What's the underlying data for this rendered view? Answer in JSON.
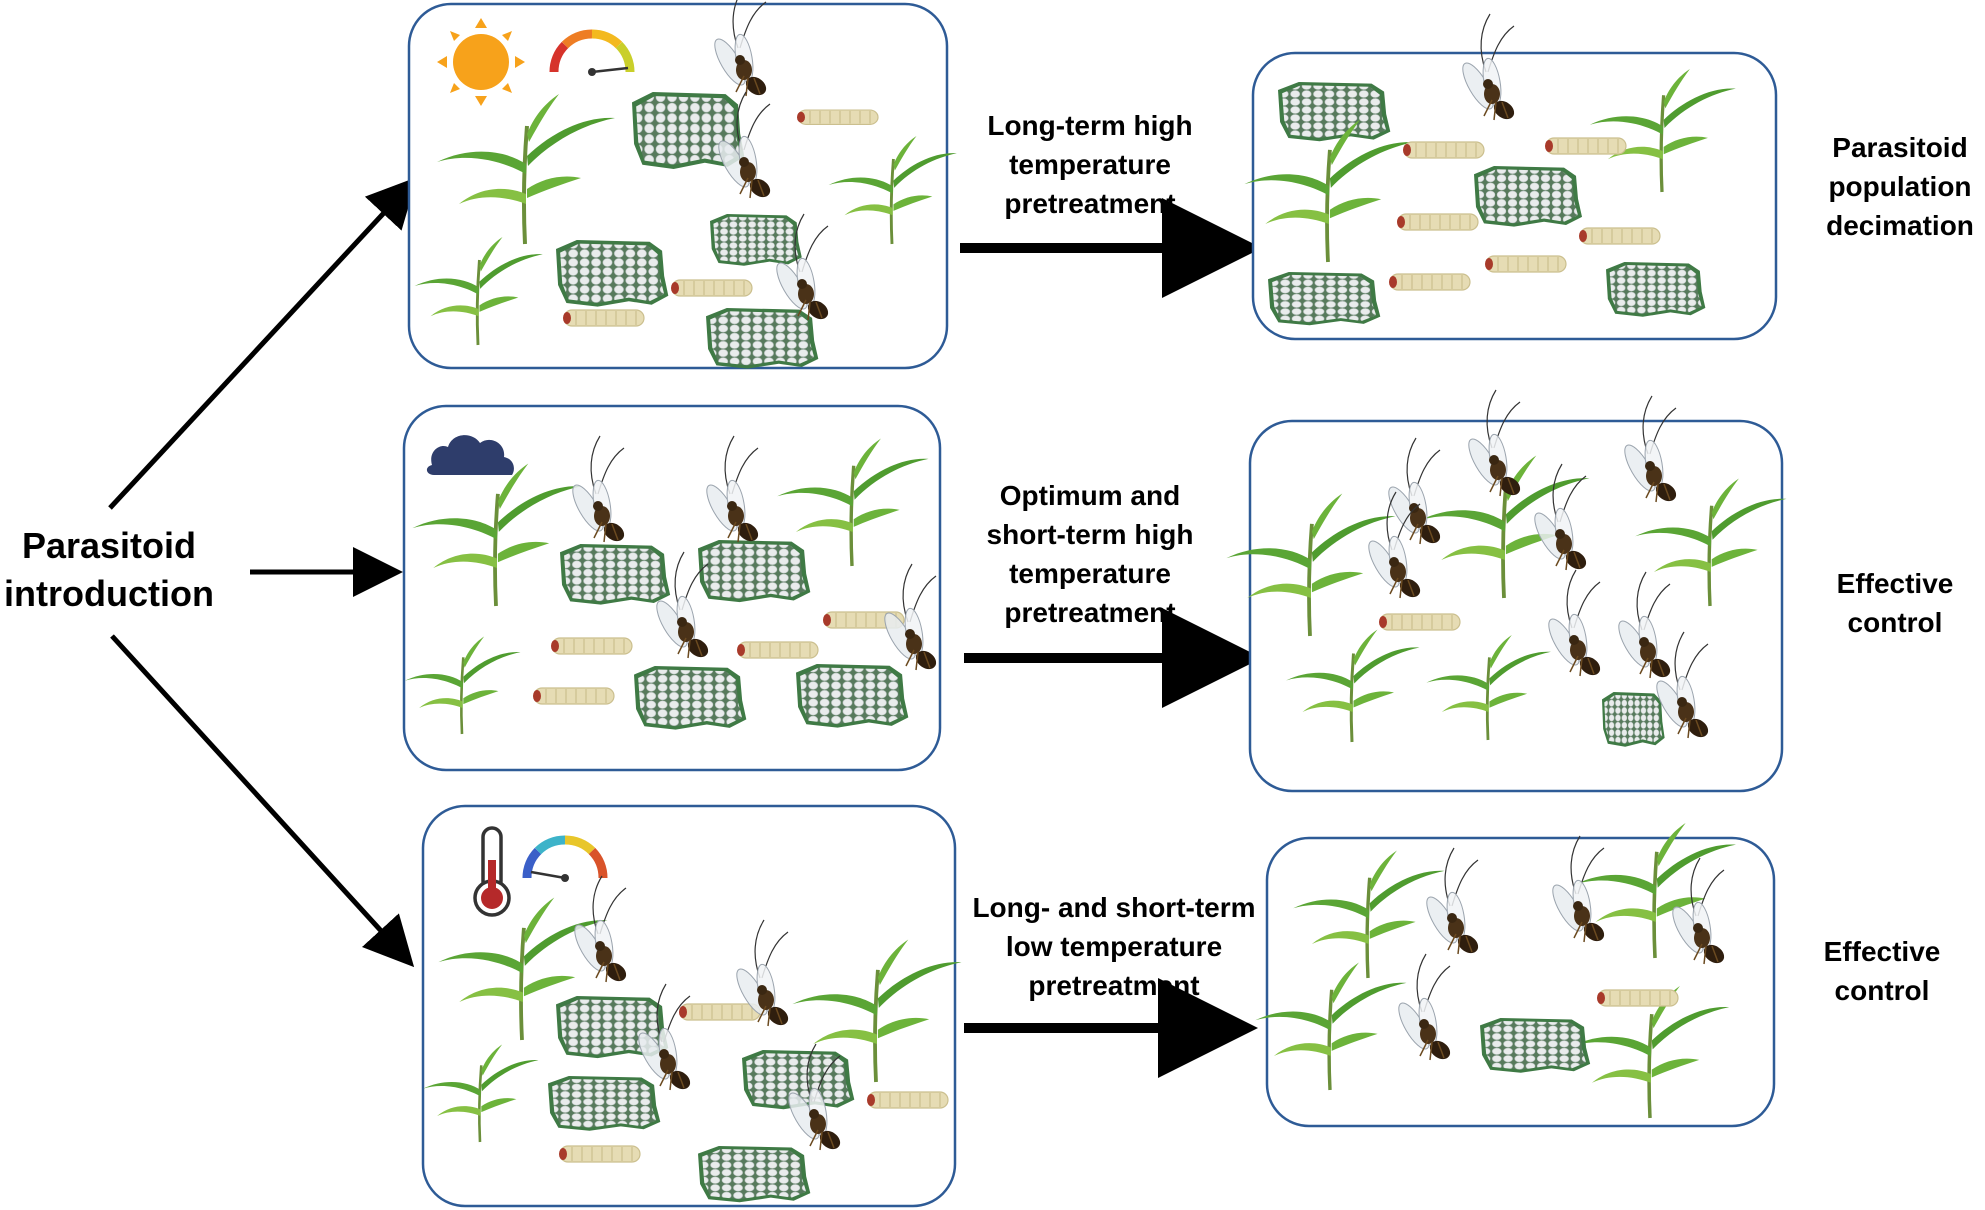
{
  "intro": {
    "line1": "Parasitoid",
    "line2": "introduction"
  },
  "rows": [
    {
      "condition_icons": [
        "sun-icon",
        "gauge-icon"
      ],
      "arrow_lines": [
        "Long-term high",
        "temperature",
        "pretreatment"
      ],
      "outcome_lines": [
        "Parasitoid",
        "population",
        "decimation"
      ]
    },
    {
      "condition_icons": [
        "cloud-icon"
      ],
      "arrow_lines": [
        "Optimum and",
        "short-term high",
        "temperature",
        "pretreatment"
      ],
      "outcome_lines": [
        "Effective",
        "control"
      ]
    },
    {
      "condition_icons": [
        "thermometer-icon",
        "gauge-icon"
      ],
      "arrow_lines": [
        "Long- and short-term",
        "low temperature",
        "pretreatment"
      ],
      "outcome_lines": [
        "Effective",
        "control"
      ]
    }
  ],
  "colors": {
    "box_border": "#2e5b96",
    "plant": "#4f9c2f",
    "plant_light": "#86c043",
    "larva": "#e6dcb4",
    "larva_head": "#a83a2a",
    "egg_mass_bg": "#3f7a45",
    "egg": "#e9ecec",
    "wasp_body": "#4a3218",
    "sun": "#f7a21b",
    "cloud": "#2e3d6b",
    "thermometer": "#b5292a"
  }
}
